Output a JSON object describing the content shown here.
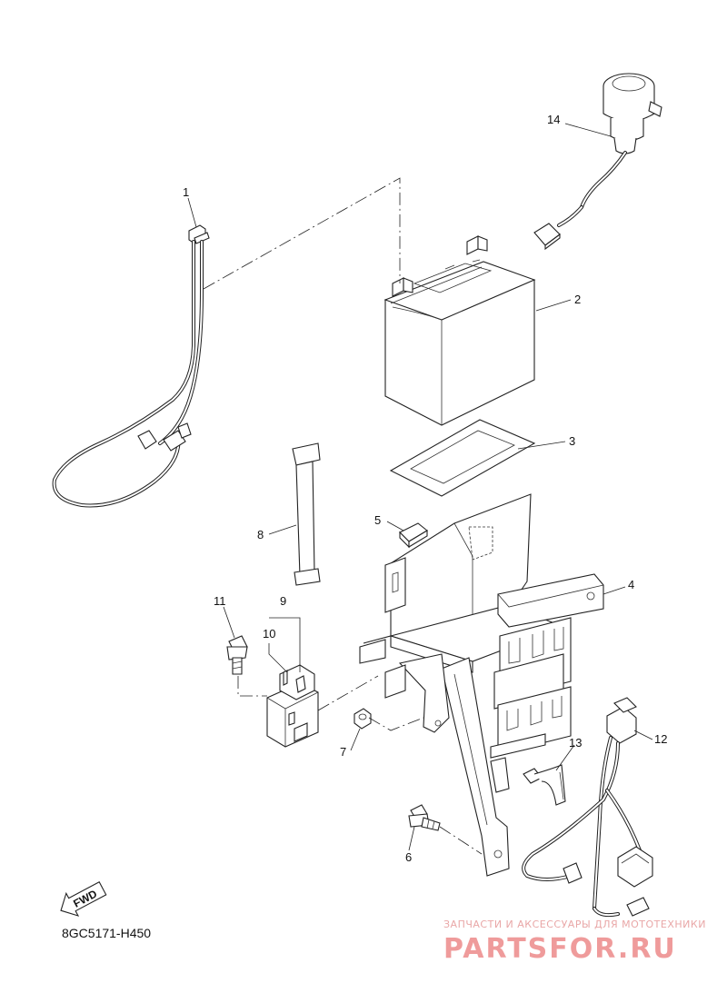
{
  "callouts": [
    "1",
    "2",
    "3",
    "4",
    "5",
    "6",
    "7",
    "8",
    "9",
    "10",
    "11",
    "12",
    "13",
    "14"
  ],
  "diagram_code": "8GC5171-H450",
  "fwd_label": "FWD",
  "watermark": {
    "tagline": "ЗАПЧАСТИ И АКСЕССУАРЫ ДЛЯ МОТОТЕХНИКИ",
    "brand": "PARTSFOR.RU"
  }
}
